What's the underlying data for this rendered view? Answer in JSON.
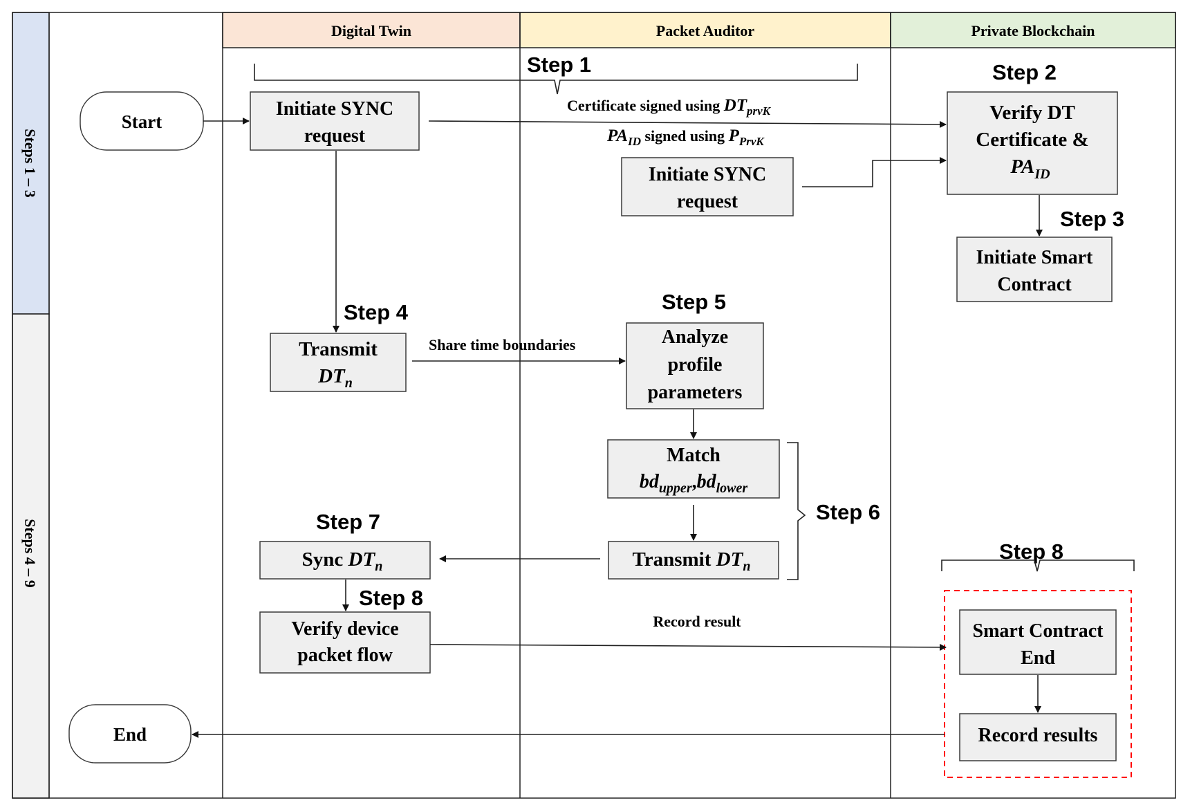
{
  "lanes": {
    "digital_twin": "Digital Twin",
    "packet_auditor": "Packet Auditor",
    "private_blockchain": "Private Blockchain"
  },
  "phases": {
    "phase_a": "Steps 1 – 3",
    "phase_b": "Steps 4 – 9"
  },
  "terminals": {
    "start": "Start",
    "end": "End"
  },
  "steps": {
    "s1": "Step 1",
    "s2": "Step 2",
    "s3": "Step 3",
    "s4": "Step 4",
    "s5": "Step 5",
    "s6": "Step 6",
    "s7": "Step 7",
    "s8_left": "Step 8",
    "s8_right": "Step 8"
  },
  "boxes": {
    "dt_sync_l1": "Initiate SYNC",
    "dt_sync_l2": "request",
    "pa_sync_l1": "Initiate SYNC",
    "pa_sync_l2": "request",
    "verify_l1": "Verify DT",
    "verify_l2": "Certificate &",
    "verify_l3_main": "PA",
    "verify_l3_sub": "ID",
    "smart_l1": "Initiate Smart",
    "smart_l2": "Contract",
    "transmit_l1": "Transmit",
    "transmit_l2_main": "DT",
    "transmit_l2_sub": "n",
    "analyze_l1": "Analyze",
    "analyze_l2": "profile",
    "analyze_l3": "parameters",
    "match_l1": "Match",
    "match_l2_a": "bd",
    "match_l2_a_sub": "upper",
    "match_l2_sep": ",",
    "match_l2_b": "bd",
    "match_l2_b_sub": "lower",
    "pa_transmit_text": "Transmit ",
    "pa_transmit_main": "DT",
    "pa_transmit_sub": "n",
    "sync_text": "Sync ",
    "sync_main": "DT",
    "sync_sub": "n",
    "vdpf_l1": "Verify device",
    "vdpf_l2": "packet flow",
    "sc_end_l1": "Smart Contract",
    "sc_end_l2": "End",
    "record_results": "Record results"
  },
  "labels": {
    "cert_text": "Certificate signed using ",
    "cert_main": "DT",
    "cert_sub": "prvK",
    "paid_main": "PA",
    "paid_sub": "ID",
    "paid_text": " signed using ",
    "paid_p": "P",
    "paid_p_sub": "PrvK",
    "share_time": "Share time boundaries",
    "record_result": "Record result"
  },
  "colors": {
    "digital_twin_header": "#fbe5d6",
    "packet_auditor_header": "#fff2cc",
    "blockchain_header": "#e2f0d9",
    "phase_a_band": "#dae3f3",
    "phase_b_band": "#f2f2f2",
    "box_fill": "#efefef",
    "dashed_border": "#ff0000"
  }
}
